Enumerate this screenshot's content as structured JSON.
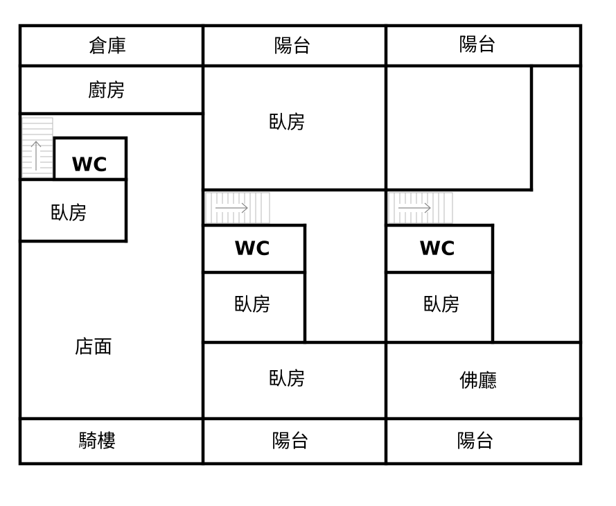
{
  "floor_plan": {
    "rooms": {
      "storage": "倉庫",
      "balcony_top_middle": "陽台",
      "balcony_top_right": "陽台",
      "kitchen": "廚房",
      "bedroom_top_middle": "臥房",
      "wc_left": "WC",
      "bedroom_left": "臥房",
      "wc_middle": "WC",
      "wc_right": "WC",
      "bedroom_middle_small": "臥房",
      "bedroom_right_small": "臥房",
      "shop": "店面",
      "bedroom_bottom_middle": "臥房",
      "buddha_hall": "佛廳",
      "arcade": "騎樓",
      "balcony_bottom_middle": "陽台",
      "balcony_bottom_right": "陽台"
    },
    "stairs": [
      "stair-up-left",
      "stair-right-middle",
      "stair-right-right"
    ]
  }
}
